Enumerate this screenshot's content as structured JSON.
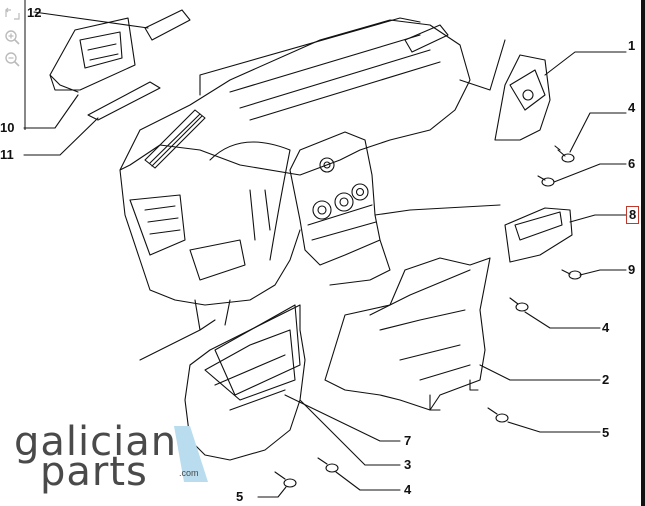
{
  "toolbar": {
    "icons": [
      "resize-icon",
      "zoom-in-icon",
      "zoom-out-icon"
    ]
  },
  "callouts": [
    {
      "id": "c12",
      "label": "12"
    },
    {
      "id": "c10",
      "label": "10"
    },
    {
      "id": "c11",
      "label": "11"
    },
    {
      "id": "c1",
      "label": "1"
    },
    {
      "id": "c4a",
      "label": "4"
    },
    {
      "id": "c6",
      "label": "6"
    },
    {
      "id": "c8",
      "label": "8",
      "selected": true
    },
    {
      "id": "c9",
      "label": "9"
    },
    {
      "id": "c4b",
      "label": "4"
    },
    {
      "id": "c2",
      "label": "2"
    },
    {
      "id": "c5a",
      "label": "5"
    },
    {
      "id": "c7",
      "label": "7"
    },
    {
      "id": "c3",
      "label": "3"
    },
    {
      "id": "c4c",
      "label": "4"
    },
    {
      "id": "c5b",
      "label": "5"
    }
  ],
  "logo": {
    "line1": "galician",
    "line2": "parts",
    "tld": ".com"
  },
  "colors": {
    "line": "#111111",
    "selected_outline": "#c0392b",
    "logo_text": "#4a4a4a",
    "logo_accent": "#b9dcef"
  }
}
